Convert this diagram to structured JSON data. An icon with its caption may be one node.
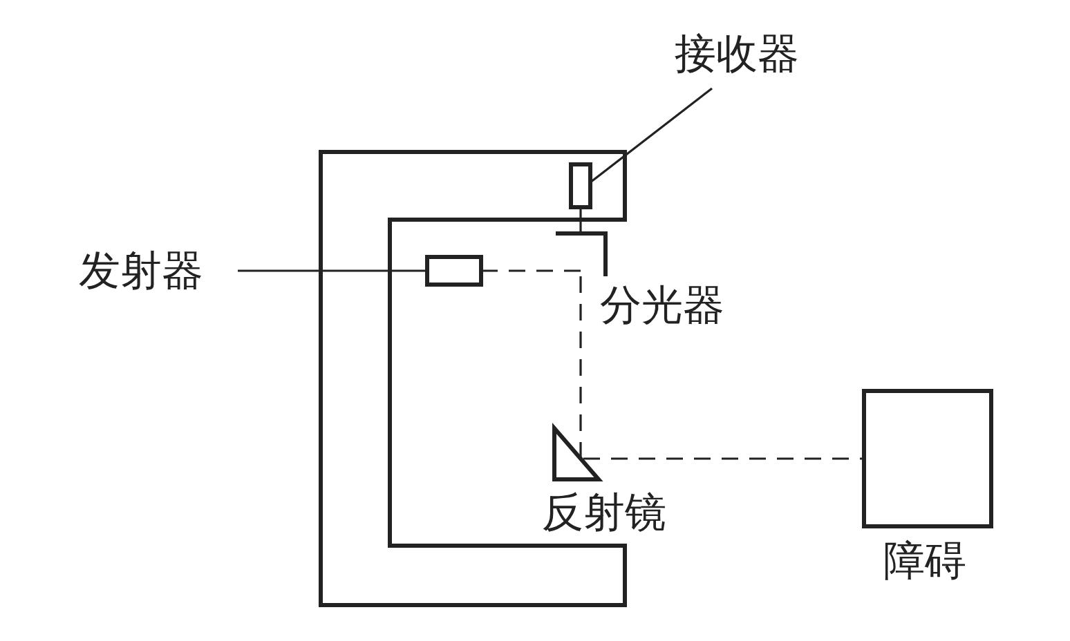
{
  "diagram": {
    "nodes": [
      {
        "text": [
          "接收器"
        ]
      },
      {
        "text": [],
        "shape": "box"
      },
      {
        "text": [
          "发射器"
        ]
      },
      {
        "text": [],
        "shape": "box"
      },
      {
        "text": [
          "分光器"
        ]
      },
      {
        "text": [
          "反射镜"
        ]
      },
      {
        "text": [
          "障碍"
        ]
      }
    ],
    "edges": [
      {
        "from": 0,
        "to": 1,
        "arrow": "none"
      },
      {
        "from": 2,
        "to": 3,
        "arrow": "none"
      },
      {
        "from": 1,
        "to": 4,
        "arrow": "none"
      },
      {
        "from": 3,
        "to": 4,
        "arrow": "none",
        "style": "dashed"
      },
      {
        "from": 4,
        "to": 5,
        "arrow": "none",
        "style": "dashed"
      },
      {
        "from": 5,
        "to": 6,
        "arrow": "none",
        "style": "dashed"
      }
    ]
  }
}
